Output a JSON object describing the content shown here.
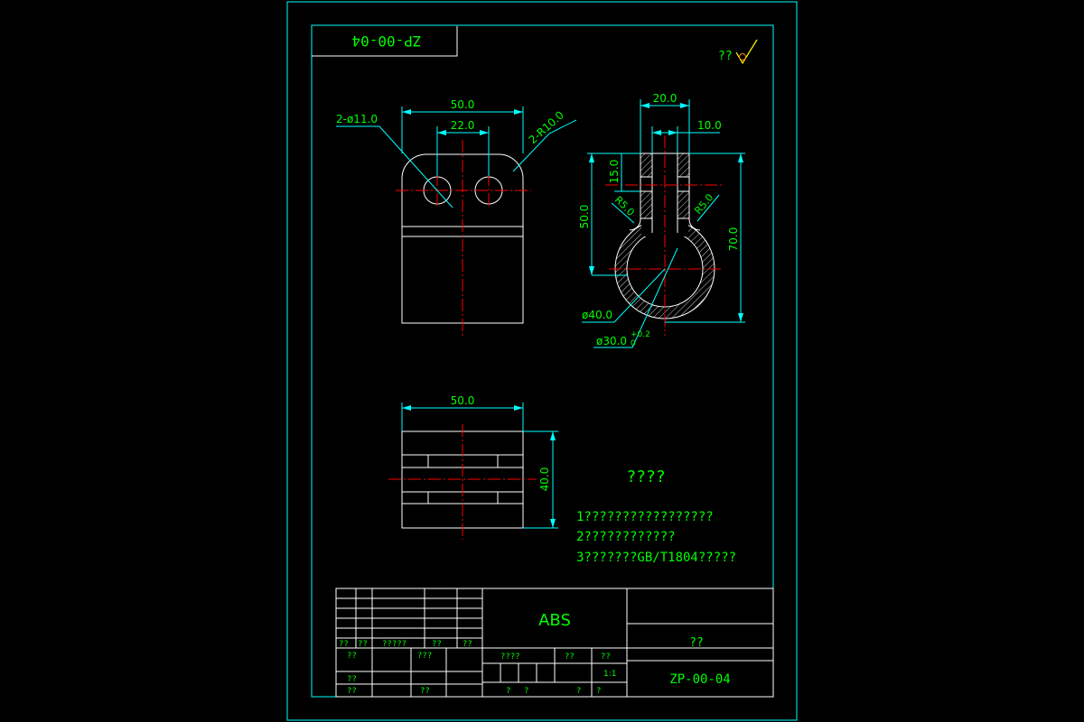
{
  "colors": {
    "background": "#000000",
    "frame": "#00ffff",
    "outline": "#ffffff",
    "centerline": "#ff0000",
    "dimension": "#00ffff",
    "text": "#00ff00",
    "hatch": "#ffffff",
    "roughness": "#ffff00"
  },
  "drawing": {
    "code_box": "ZP-00-04",
    "roughness_label": "??",
    "front_view": {
      "width": "50.0",
      "hole_spacing": "22.0",
      "hole_label": "2-ø11.0",
      "radius_label": "2-R10.0"
    },
    "section_view": {
      "top_width": "20.0",
      "slot_width": "10.0",
      "slot_depth": "15.0",
      "height_50": "50.0",
      "height_70": "70.0",
      "radius_left": "R5.0",
      "radius_right": "R5.0",
      "outer_dia": "ø40.0",
      "inner_dia": "ø30.0",
      "tol_upper": "+0.2",
      "tol_lower": "0"
    },
    "bottom_view": {
      "width": "50.0",
      "height": "40.0"
    },
    "notes": {
      "title": "????",
      "line1": "1?????????????????",
      "line2": "2????????????",
      "line3": "3???????GB/T1804?????"
    },
    "title_block": {
      "material": "ABS",
      "name": "??",
      "code": "ZP-00-04",
      "scale": "1:1",
      "row_labels": [
        "??",
        "??",
        "?????",
        "??",
        "??"
      ],
      "sign_label_1": "??",
      "sign_label_2": "???",
      "review_label": "??",
      "process_label": "??",
      "approve_label": "??",
      "stage_label": "????",
      "weight_label": "??",
      "ratio_label": "??",
      "sheet_1": "?",
      "sheet_2": "?",
      "sheet_3": "?",
      "sheet_4": "?"
    }
  }
}
